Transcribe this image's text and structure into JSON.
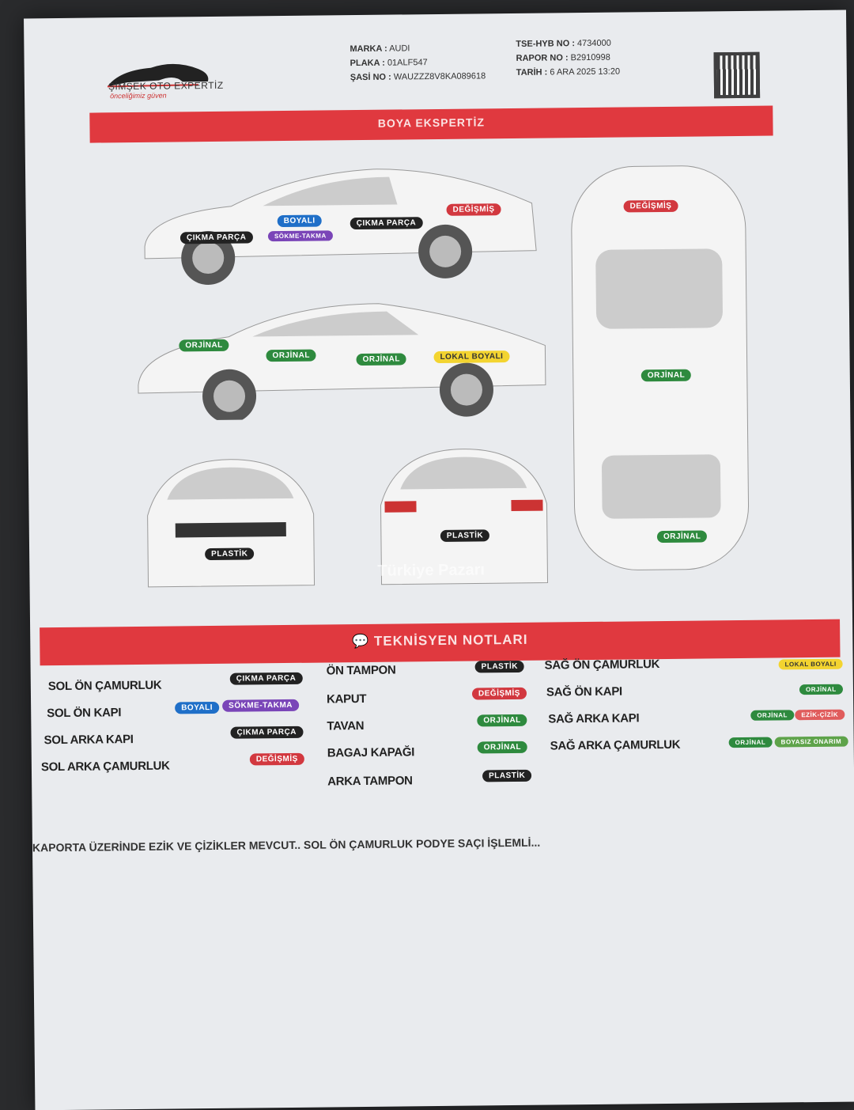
{
  "header": {
    "logo_name": "ŞİMŞEK OTO EXPERTİZ",
    "logo_tagline": "önceliğimiz güven",
    "marka_label": "MARKA :",
    "marka": "AUDI",
    "plaka_label": "PLAKA :",
    "plaka": "01ALF547",
    "sasi_label": "ŞASİ NO :",
    "sasi": "WAUZZZ8V8KA089618",
    "tse_label": "TSE-HYB NO :",
    "tse": "4734000",
    "rapor_label": "RAPOR NO :",
    "rapor": "B2910998",
    "tarih_label": "TARİH :",
    "tarih": "6 ARA 2025 13:20"
  },
  "section1_title": "BOYA EKSPERTİZ",
  "diagram_labels": {
    "left_side": [
      "ÇIKMA PARÇA",
      "BOYALI",
      "SÖKME-TAKMA",
      "ÇIKMA PARÇA",
      "DEĞİŞMİŞ"
    ],
    "right_side": [
      "ORJİNAL",
      "ORJİNAL",
      "ORJİNAL",
      "LOKAL BOYALI"
    ],
    "top": [
      "DEĞİŞMİŞ",
      "ORJİNAL",
      "ORJİNAL"
    ],
    "front": "PLASTİK",
    "rear": "PLASTİK"
  },
  "watermark": "Türkiye Pazarı",
  "section2_title": "TEKNİSYEN NOTLARI",
  "notes_table": [
    {
      "part": "SOL ÖN ÇAMURLUK",
      "tags": [
        "ÇIKMA PARÇA"
      ]
    },
    {
      "part": "SOL ÖN KAPI",
      "tags": [
        "BOYALI",
        "SÖKME-TAKMA"
      ]
    },
    {
      "part": "SOL ARKA KAPI",
      "tags": [
        "ÇIKMA PARÇA"
      ]
    },
    {
      "part": "SOL ARKA ÇAMURLUK",
      "tags": [
        "DEĞİŞMİŞ"
      ]
    },
    {
      "part": "ÖN TAMPON",
      "tags": [
        "PLASTİK"
      ]
    },
    {
      "part": "KAPUT",
      "tags": [
        "DEĞİŞMİŞ"
      ]
    },
    {
      "part": "TAVAN",
      "tags": [
        "ORJİNAL"
      ]
    },
    {
      "part": "BAGAJ KAPAĞI",
      "tags": [
        "ORJİNAL"
      ]
    },
    {
      "part": "ARKA TAMPON",
      "tags": [
        "PLASTİK"
      ]
    },
    {
      "part": "SAĞ ÖN ÇAMURLUK",
      "tags": [
        "LOKAL BOYALI"
      ]
    },
    {
      "part": "SAĞ ÖN KAPI",
      "tags": [
        "ORJİNAL"
      ]
    },
    {
      "part": "SAĞ ARKA KAPI",
      "tags": [
        "ORJİNAL",
        "EZİK-ÇİZİK"
      ]
    },
    {
      "part": "SAĞ ARKA ÇAMURLUK",
      "tags": [
        "ORJİNAL",
        "BOYASIZ ONARIM"
      ]
    }
  ],
  "footer_note": "KAPORTA ÜZERİNDE EZİK VE ÇİZİKLER MEVCUT.. SOL ÖN ÇAMURLUK PODYE SAÇI İŞLEMLİ..."
}
